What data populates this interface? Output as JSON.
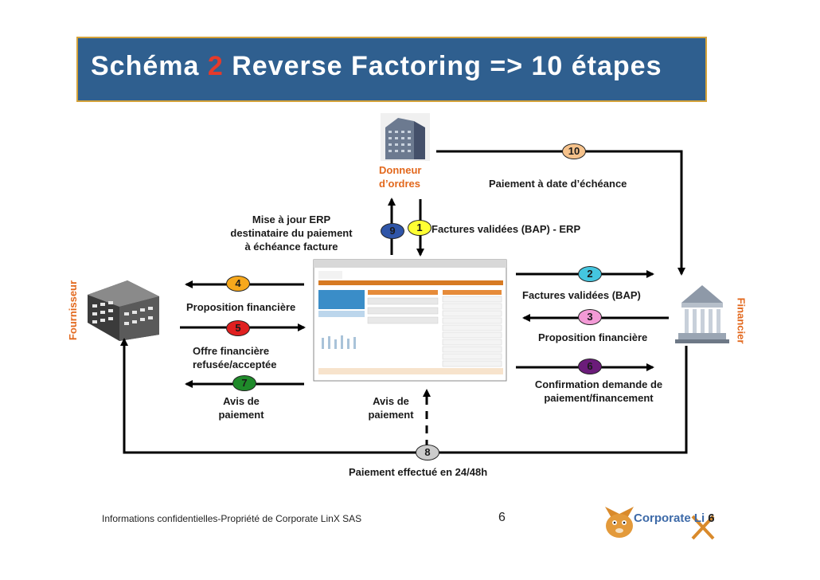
{
  "title": {
    "prefix": "Schéma ",
    "number": "2",
    "suffix": " Reverse Factoring => 10 étapes"
  },
  "actors": {
    "donneur": "Donneur\nd’ordres",
    "fournisseur": "Fournisseur",
    "financier": "Financier"
  },
  "labels": {
    "l10": "Paiement à date d’échéance",
    "l9": "Mise à jour ERP\ndestinataire du paiement\nà échéance facture",
    "l1": "Factures validées (BAP) - ERP",
    "l2": "Factures validées (BAP)",
    "l3": "Proposition financière",
    "l4": "Proposition financière",
    "l5": "Offre financière\nrefusée/acceptée",
    "l6": "Confirmation demande de\npaiement/financement",
    "l7": "Avis de\npaiement",
    "l7b": "Avis de\npaiement",
    "l8": "Paiement effectué en 24/48h"
  },
  "steps": [
    {
      "num": "10",
      "color": "#f6c28b",
      "text_color": "#1a1a1a"
    },
    {
      "num": "9",
      "color": "#2f55a8",
      "text_color": "#1a1a1a"
    },
    {
      "num": "1",
      "color": "#ffff33",
      "text_color": "#1a1a1a"
    },
    {
      "num": "2",
      "color": "#44c6e0",
      "text_color": "#1a1a1a"
    },
    {
      "num": "3",
      "color": "#f39ad6",
      "text_color": "#1a1a1a"
    },
    {
      "num": "4",
      "color": "#f7a81c",
      "text_color": "#1a1a1a"
    },
    {
      "num": "5",
      "color": "#e02020",
      "text_color": "#1a1a1a"
    },
    {
      "num": "6",
      "color": "#6b1c7a",
      "text_color": "#1a1a1a"
    },
    {
      "num": "7",
      "color": "#1f8a2a",
      "text_color": "#1a1a1a"
    },
    {
      "num": "8",
      "color": "#cccccc",
      "text_color": "#1a1a1a"
    }
  ],
  "footer": {
    "confidential": "Informations confidentielles-Propriété de Corporate LinX SAS",
    "page": "6",
    "logo_text": "Corporate Li",
    "logo_suffix": "6"
  },
  "colors": {
    "title_bg": "#2f5f8f",
    "title_border": "#d4a23a",
    "accent": "#e2681d",
    "arrow": "#000000"
  }
}
